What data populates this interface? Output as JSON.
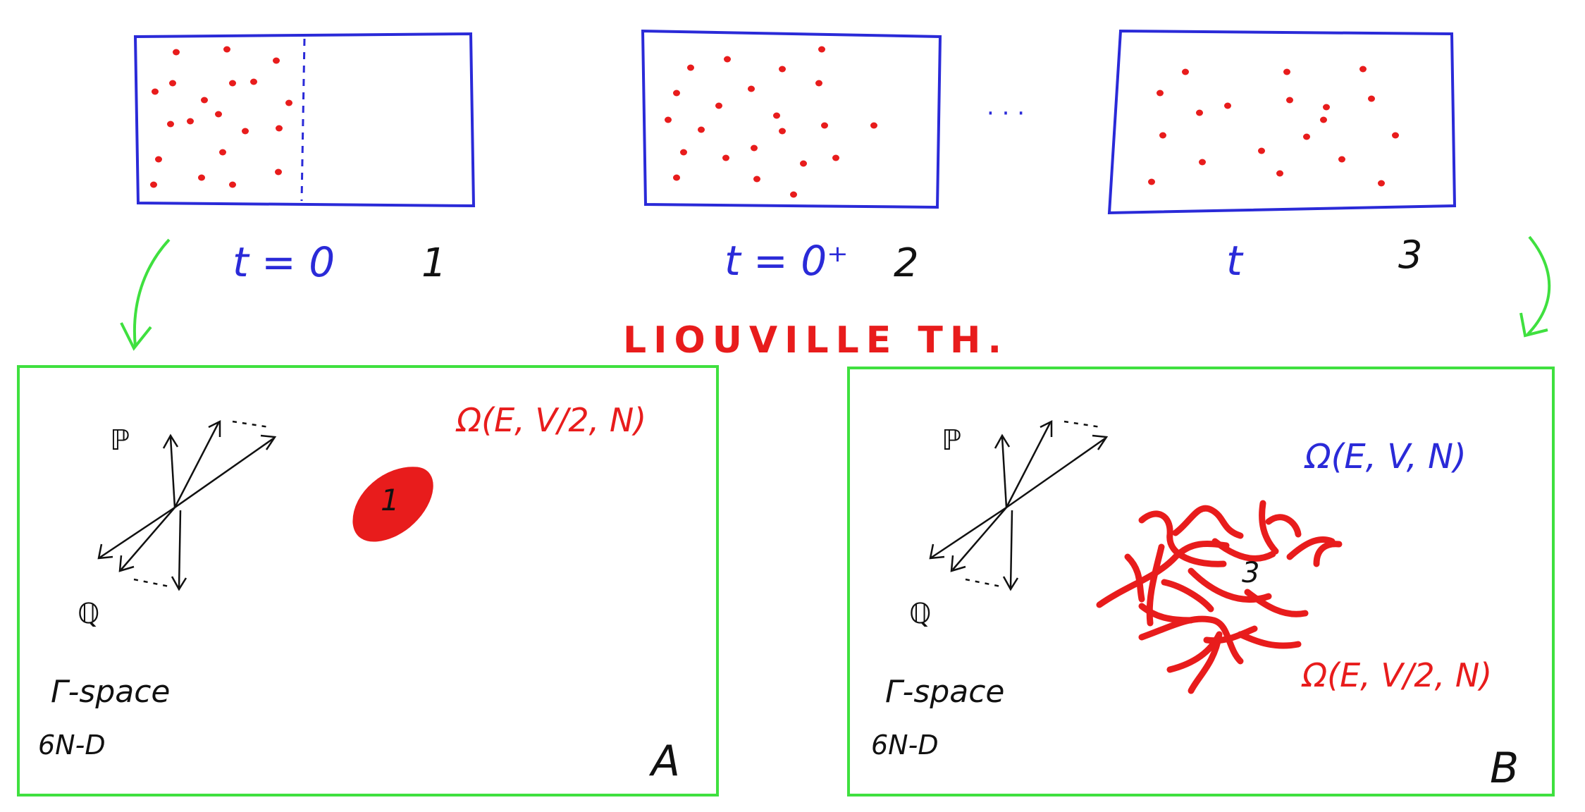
{
  "colors": {
    "box": "#2a2ad8",
    "particle": "#e81c1c",
    "frame": "#3fe03f",
    "ink": "#111111",
    "title": "#e81c1c",
    "omega_full": "#2a2ad8",
    "omega_half": "#e81c1c"
  },
  "top_boxes": [
    {
      "time_label": "t = 0",
      "number": "1"
    },
    {
      "time_label": "t = 0⁺",
      "number": "2"
    },
    {
      "time_label": "t",
      "number": "3"
    }
  ],
  "ellipsis": "· · ·",
  "title": "LIOUVILLE TH.",
  "panel_a": {
    "letter": "A",
    "p_label": "ℙ",
    "q_label": "ℚ",
    "space_label": "Γ-space",
    "dim_label": "6N-D",
    "omega_label": "Ω(E, V/2, N)",
    "blob_label": "1"
  },
  "panel_b": {
    "letter": "B",
    "p_label": "ℙ",
    "q_label": "ℚ",
    "space_label": "Γ-space",
    "dim_label": "6N-D",
    "omega_full_label": "Ω(E, V, N)",
    "omega_half_label": "Ω(E, V/2, N)",
    "blob_label": "3"
  }
}
